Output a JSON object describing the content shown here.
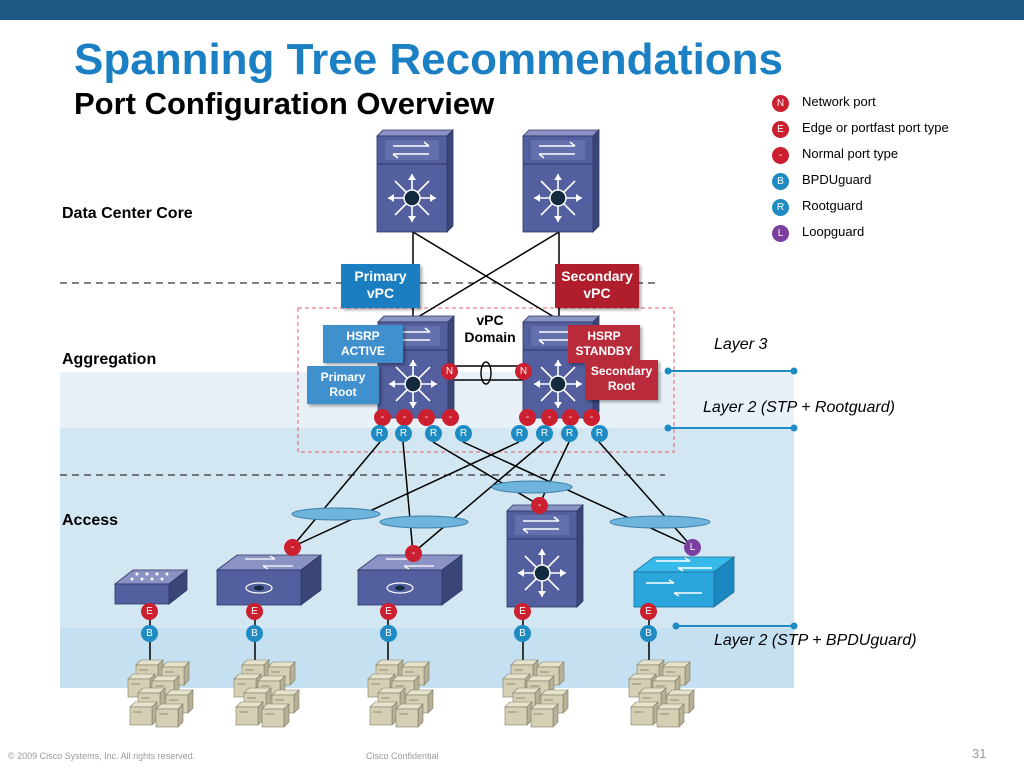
{
  "slide": {
    "title": "Spanning Tree Recommendations",
    "subtitle": "Port Configuration Overview",
    "page_number": "31",
    "copyright": "© 2009 Cisco Systems, Inc. All rights reserved.",
    "confidential": "Cisco Confidential"
  },
  "legend": [
    {
      "code": "N",
      "label": "Network port",
      "color": "#cc1f2f"
    },
    {
      "code": "E",
      "label": "Edge or portfast port type",
      "color": "#cc1f2f"
    },
    {
      "code": "-",
      "label": "Normal port type",
      "color": "#cc1f2f"
    },
    {
      "code": "B",
      "label": "BPDUguard",
      "color": "#1e8bc3"
    },
    {
      "code": "R",
      "label": "Rootguard",
      "color": "#1e8bc3"
    },
    {
      "code": "L",
      "label": "Loopguard",
      "color": "#7b3fa0"
    }
  ],
  "tiers": {
    "core": "Data Center Core",
    "aggregation": "Aggregation",
    "access": "Access"
  },
  "layers": {
    "l3": "Layer 3",
    "l2_root": "Layer 2 (STP + Rootguard)",
    "l2_bpdu": "Layer 2 (STP + BPDUguard)"
  },
  "boxes": {
    "primary_vpc": "Primary\nvPC",
    "secondary_vpc": "Secondary\nvPC",
    "hsrp_active": "HSRP\nACTIVE",
    "hsrp_standby": "HSRP\nSTANDBY",
    "primary_root": "Primary\nRoot",
    "secondary_root": "Secondary\nRoot",
    "vpc_domain": "vPC\nDomain"
  },
  "colors": {
    "accent_blue": "#1b7fc4",
    "top_bar": "#1d5a83",
    "primary_box": "#1a7ec0",
    "secondary_box": "#b01e2e",
    "switch_body": "#4e5a96",
    "port_red": "#cc1f2f",
    "port_blue": "#1e8bc3",
    "port_purple": "#7b3fa0"
  },
  "port_labels": {
    "network": "N",
    "edge": "E",
    "normal": "-",
    "bpdu": "B",
    "root": "R",
    "loop": "L"
  }
}
